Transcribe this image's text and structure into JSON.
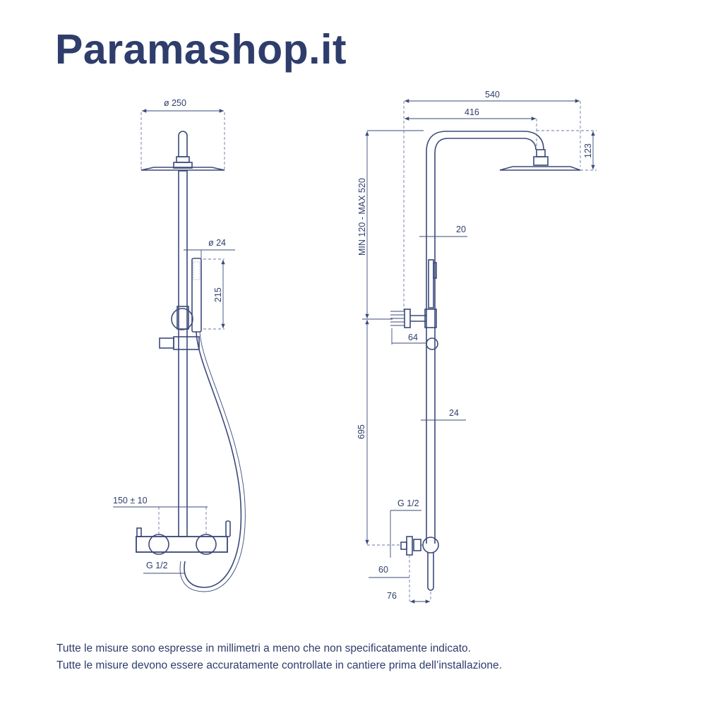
{
  "brand": "Paramashop.it",
  "left_view": {
    "head_diameter": "ø 250",
    "hand_shower_diameter": "ø 24",
    "hand_shower_length": "215",
    "inlet_spacing": "150 ± 10",
    "inlet_thread": "G 1/2"
  },
  "right_view": {
    "total_reach": "540",
    "arm_reach": "416",
    "head_drop": "123",
    "height_range": "MIN 120 - MAX 520",
    "pipe_upper_diameter": "20",
    "bracket_depth": "64",
    "pipe_lower_diameter": "24",
    "lower_height": "695",
    "inlet_thread": "G 1/2",
    "inlet_offset": "60",
    "wall_offset": "76"
  },
  "notes": [
    "Tutte le misure sono espresse in millimetri a meno che non specificatamente indicato.",
    "Tutte le misure devono essere accuratamente controllate in cantiere prima dell’installazione."
  ]
}
